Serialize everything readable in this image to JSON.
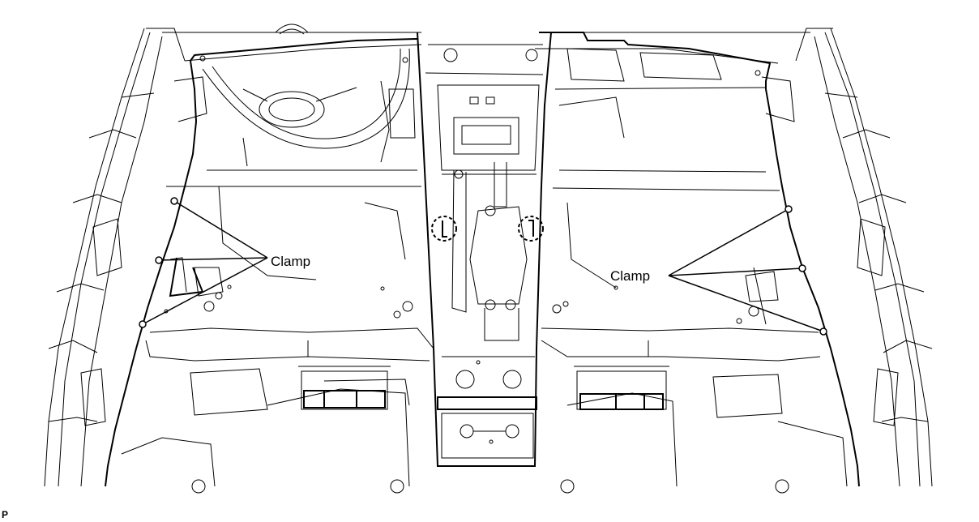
{
  "labels": {
    "left_callout": "Clamp",
    "right_callout": "Clamp",
    "figure_tag": "P"
  },
  "colors": {
    "line": "#000000",
    "background": "#ffffff"
  }
}
